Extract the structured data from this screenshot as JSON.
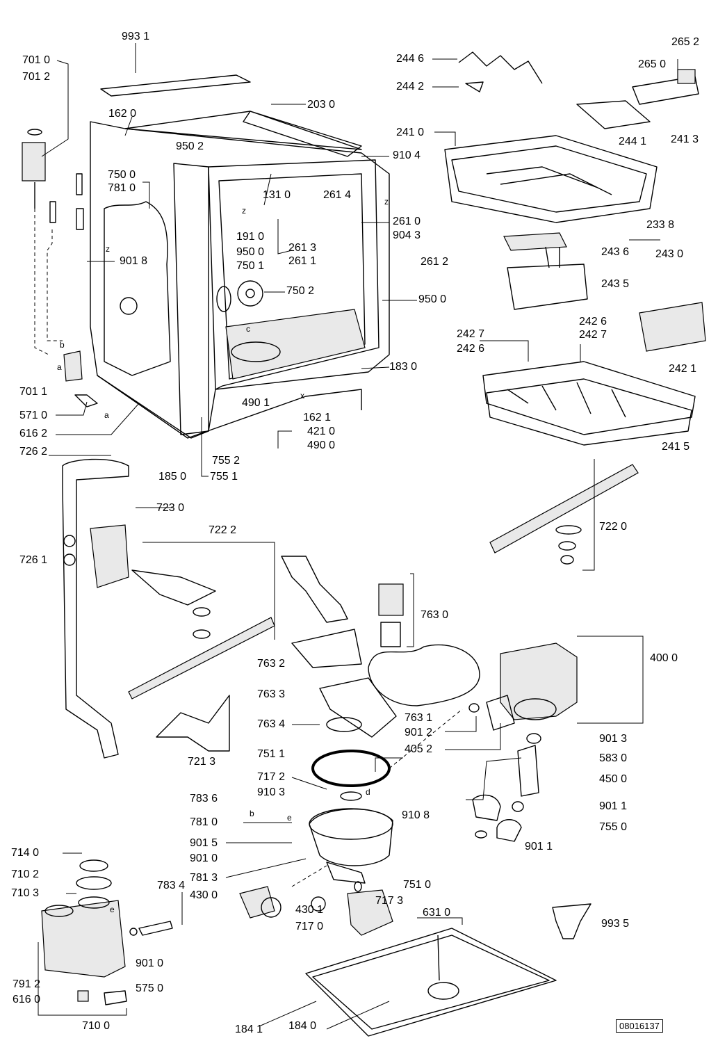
{
  "document_id": "08016137",
  "labels": {
    "l9931": "993 1",
    "l7010": "701 0",
    "l7012": "701 2",
    "l1620": "162 0",
    "l2030": "203 0",
    "l9502": "950 2",
    "l9104": "910 4",
    "l7500": "750 0",
    "l7810": "781 0",
    "l1310": "131 0",
    "l2614": "261 4",
    "l2610": "261 0",
    "l1910": "191 0",
    "l9043": "904 3",
    "l9500a": "950 0",
    "l2613": "261 3",
    "l2611": "261 1",
    "l2612": "261 2",
    "l9018": "901 8",
    "l7501": "750 1",
    "l7502": "750 2",
    "l9500b": "950 0",
    "l1830": "183 0",
    "l7011": "701 1",
    "l5710": "571 0",
    "l4901": "490 1",
    "l1621": "162 1",
    "l4210": "421 0",
    "l4900": "490 0",
    "l6162": "616 2",
    "l7262": "726 2",
    "l7552": "755 2",
    "l1850": "185 0",
    "l7551": "755 1",
    "l2446": "244 6",
    "l2652": "265 2",
    "l2650": "265 0",
    "l2442": "244 2",
    "l2410": "241 0",
    "l2441": "244 1",
    "l2413": "241 3",
    "l2338": "233 8",
    "l2436": "243 6",
    "l2430": "243 0",
    "l2435": "243 5",
    "l2427a": "242 7",
    "l2426a": "242 6",
    "l2426b": "242 6",
    "l2427b": "242 7",
    "l2421": "242 1",
    "l2415": "241 5",
    "l7220": "722 0",
    "l7230": "723 0",
    "l7222": "722 2",
    "l7261": "726 1",
    "l7630": "763 0",
    "l7632": "763 2",
    "l4000": "400 0",
    "l7633": "763 3",
    "l7631": "763 1",
    "l7634": "763 4",
    "l9012": "901 2",
    "l4052": "405 2",
    "l7213": "721 3",
    "l9013": "901 3",
    "l7511": "751 1",
    "l5830": "583 0",
    "l7172": "717 2",
    "l4500": "450 0",
    "l7836": "783 6",
    "l9103": "910 3",
    "l9108": "910 8",
    "l9011a": "901 1",
    "l7810b": "781 0",
    "l7550": "755 0",
    "l9015": "901 5",
    "l9011b": "901 1",
    "l9010a": "901 0",
    "l7140": "714 0",
    "l7813": "781 3",
    "l7510": "751 0",
    "l7102": "710 2",
    "l7834": "783 4",
    "l7103": "710 3",
    "l4300": "430 0",
    "l7173": "717 3",
    "l4301": "430 1",
    "l6310": "631 0",
    "l7170": "717 0",
    "l9935": "993 5",
    "l9010b": "901 0",
    "l7912": "791 2",
    "l5750": "575 0",
    "l6160": "616 0",
    "l7100": "710 0",
    "l1841": "184 1",
    "l1840": "184 0"
  },
  "markers": {
    "m_a1": "a",
    "m_b1": "b",
    "m_a2": "a",
    "m_z1": "z",
    "m_z2": "z",
    "m_z3": "z",
    "m_c": "c",
    "m_x": "x",
    "m_d": "d",
    "m_b2": "b",
    "m_e1": "e",
    "m_e2": "e"
  }
}
